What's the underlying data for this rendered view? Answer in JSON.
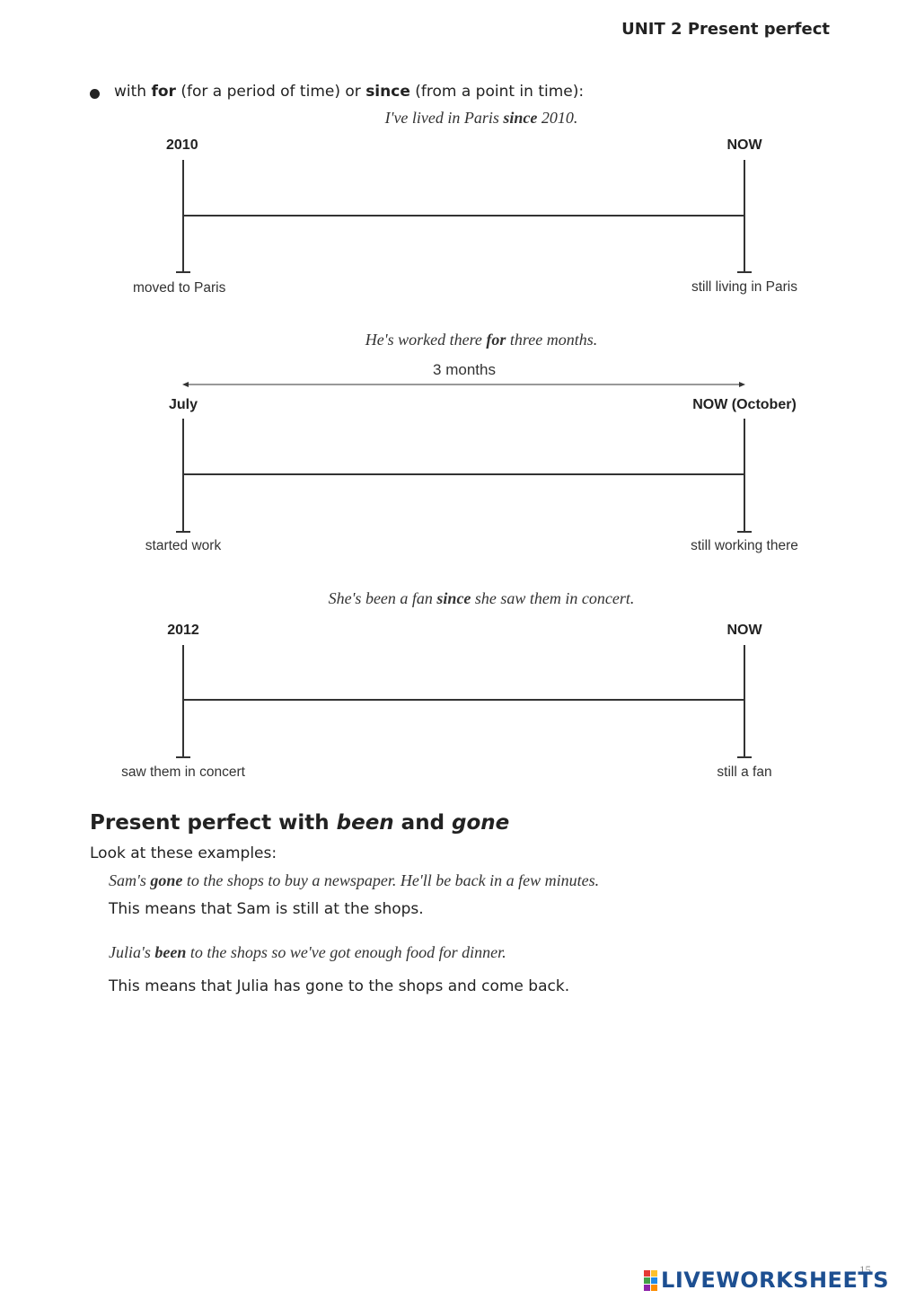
{
  "header": {
    "unit": "UNIT 2 Present perfect"
  },
  "bullet": {
    "prefix": "with ",
    "for": "for",
    "mid1": " (for a period of time) or ",
    "since": "since",
    "mid2": " (from a point in time):"
  },
  "timeline1": {
    "ex_pre": "I've lived in Paris ",
    "ex_bold": "since",
    "ex_post": " 2010.",
    "start": "2010",
    "end": "NOW",
    "start_note": "moved to Paris",
    "end_note": "still living in Paris"
  },
  "timeline2": {
    "ex_pre": "He's worked there ",
    "ex_bold": "for",
    "ex_post": " three months.",
    "duration": "3 months",
    "start": "July",
    "end": "NOW (October)",
    "start_note": "started work",
    "end_note": "still working there"
  },
  "timeline3": {
    "ex_pre": "She's been a fan ",
    "ex_bold": "since",
    "ex_post": " she saw them in concert.",
    "start": "2012",
    "end": "NOW",
    "start_note": "saw them in concert",
    "end_note": "still a fan"
  },
  "section": {
    "title_pre": "Present perfect with ",
    "title_been": "been",
    "title_and": " and ",
    "title_gone": "gone",
    "intro": "Look at these examples:",
    "ex1_pre": "Sam's ",
    "ex1_bold": "gone",
    "ex1_post": " to the shops to buy a newspaper. He'll be back in a few minutes.",
    "ex1_note": "This means that Sam is still at the shops.",
    "ex2_pre": "Julia's ",
    "ex2_bold": "been",
    "ex2_post": " to the shops so we've got enough food for dinner.",
    "ex2_note": "This means that Julia has gone to the shops and come back."
  },
  "footer": {
    "page_number": "15",
    "brand": "LIVEWORKSHEETS",
    "brand_colors": [
      "#e53935",
      "#fbc02d",
      "#43a047",
      "#1e88e5",
      "#8e24aa",
      "#fb8c00"
    ]
  }
}
